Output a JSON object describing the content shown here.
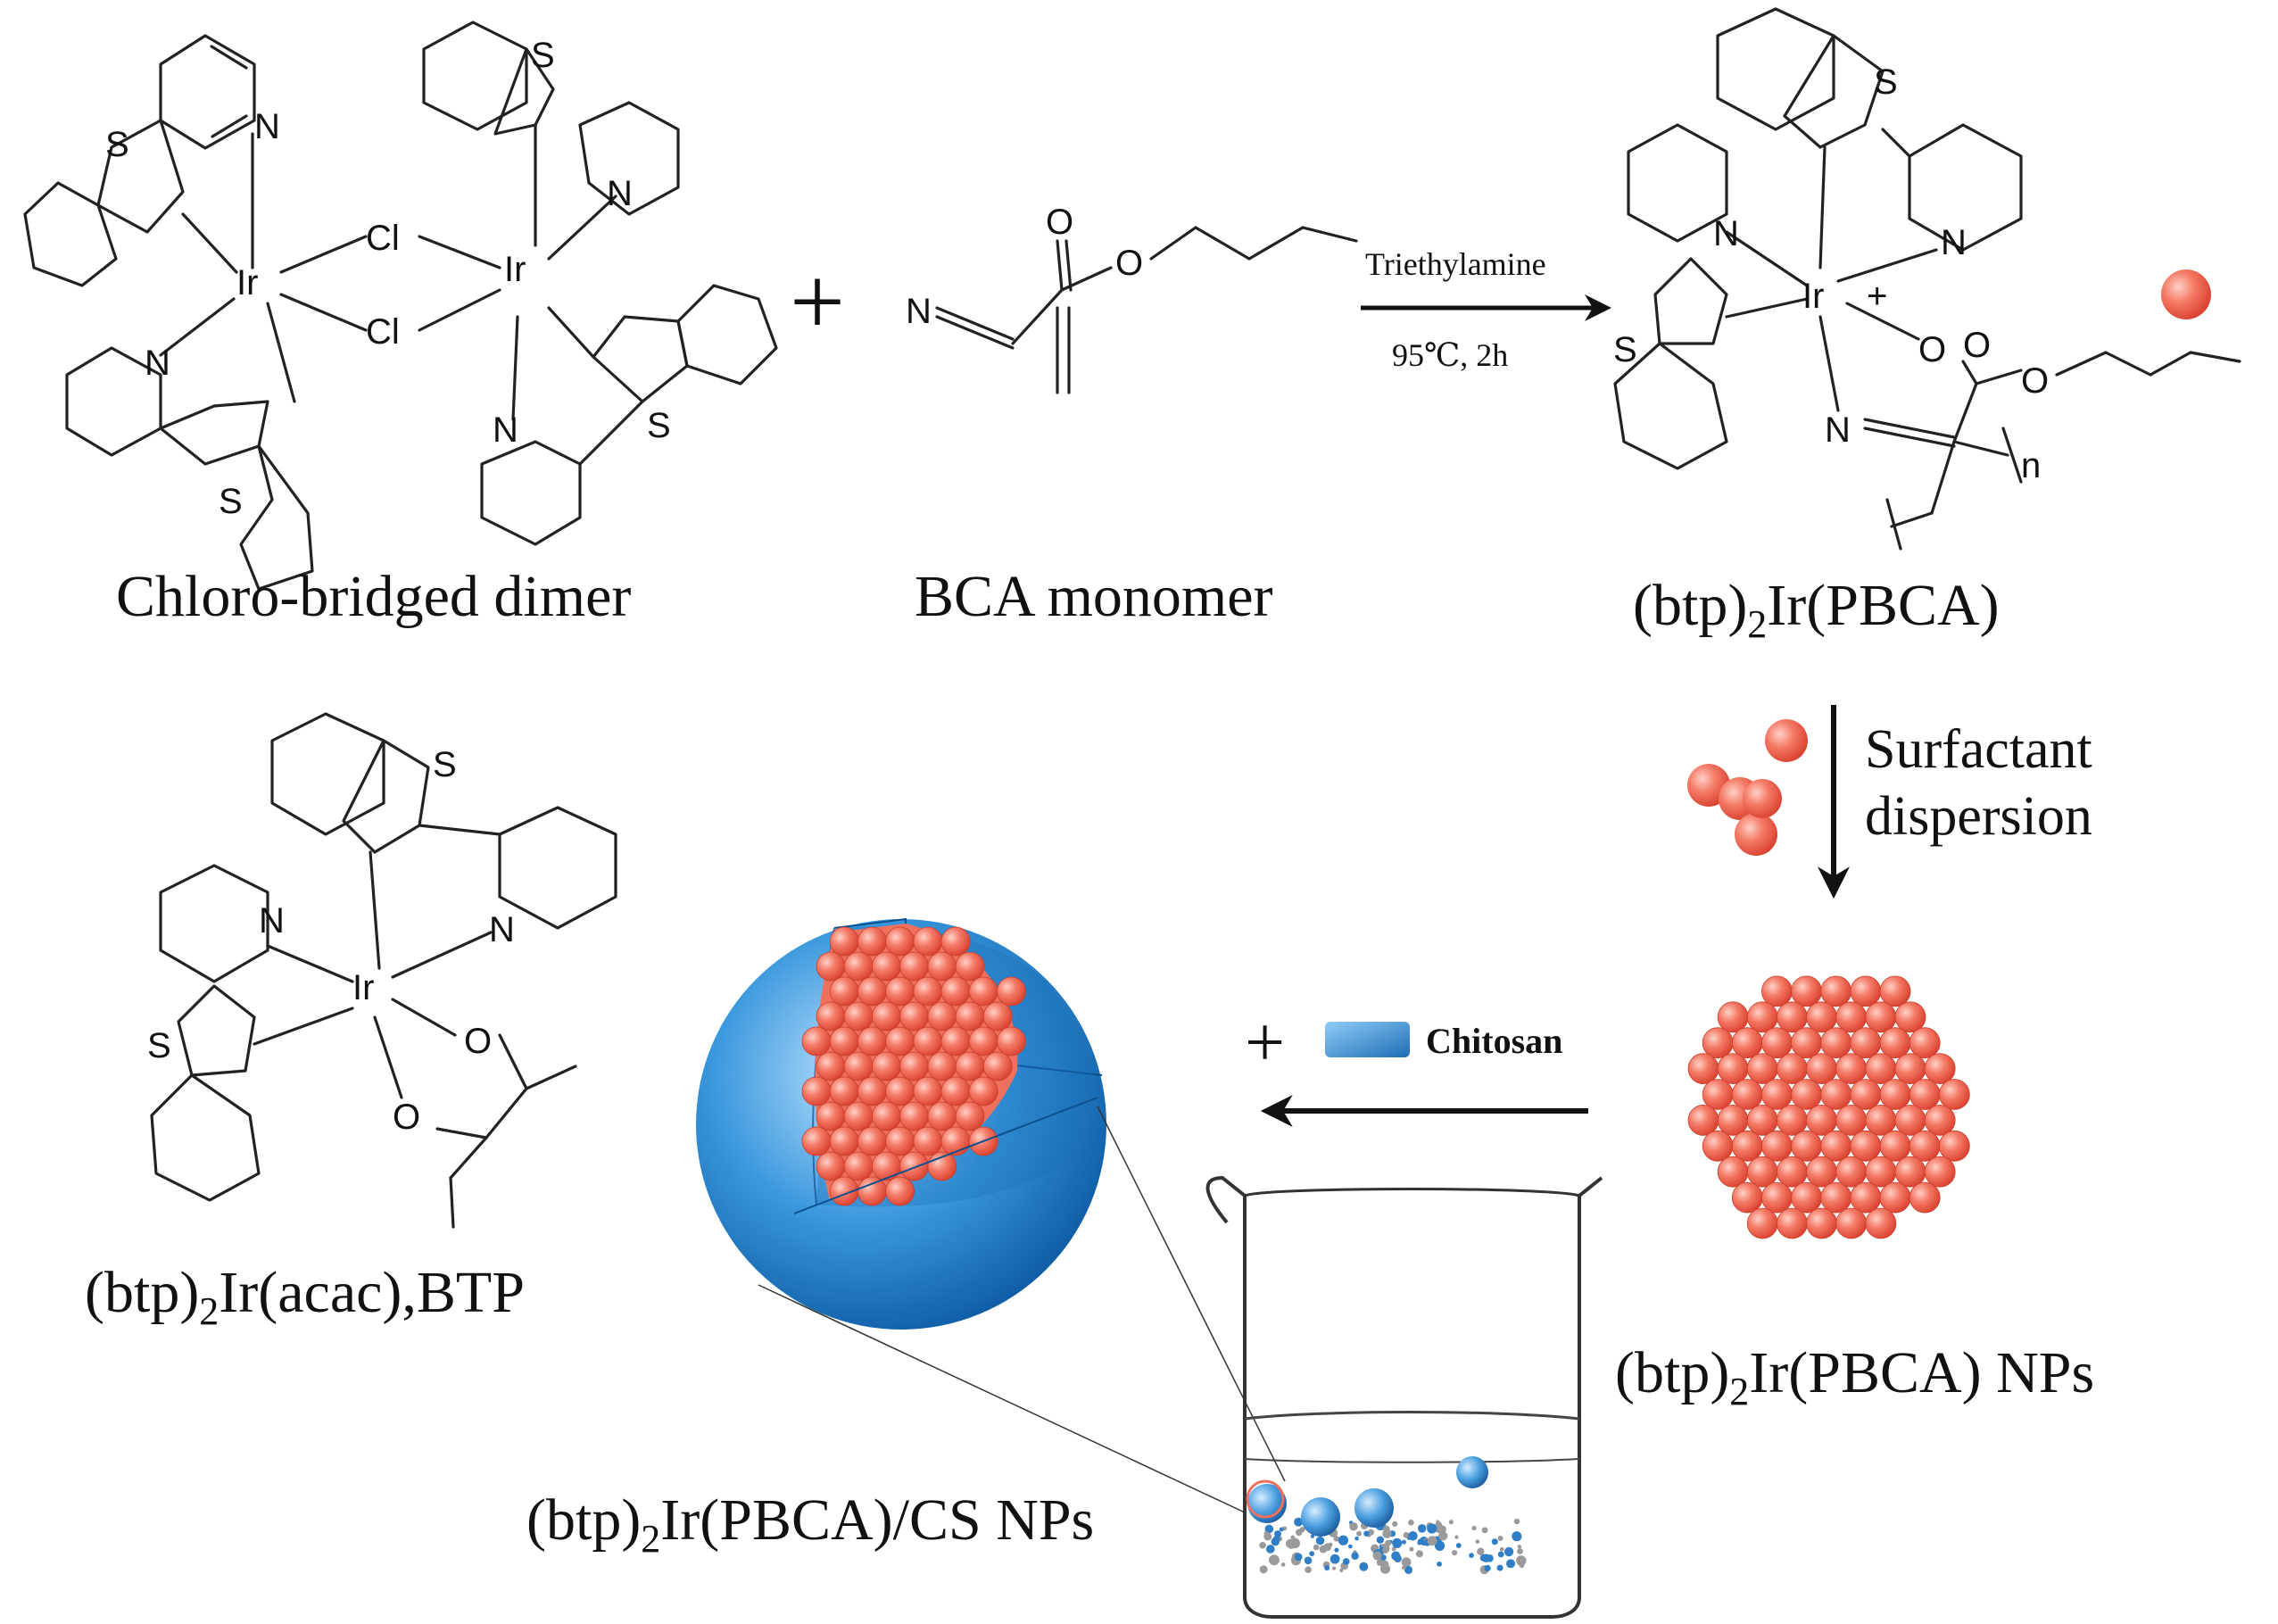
{
  "captions": {
    "dimer": "Chloro-bridged dimer",
    "monomer": "BCA monomer",
    "complex_pre": "(btp)",
    "complex_sub": "2",
    "complex_post": "Ir(PBCA)",
    "btp_pre": "(btp)",
    "btp_sub": "2",
    "btp_post": "Ir(acac),BTP",
    "nps_pre": "(btp)",
    "nps_sub": "2",
    "nps_post": "Ir(PBCA) NPs",
    "csnps_pre": "(btp)",
    "csnps_sub": "2",
    "csnps_post": "Ir(PBCA)/CS NPs"
  },
  "reaction": {
    "reagent": "Triethylamine",
    "conditions": "95℃, 2h"
  },
  "step2": {
    "line1": "Surfactant",
    "line2": "dispersion"
  },
  "step3": {
    "plus": "+",
    "reagent": "Chitosan"
  },
  "plus_sign": "+",
  "atoms": {
    "S": "S",
    "N": "N",
    "Ir": "Ir",
    "Cl": "Cl",
    "O": "O",
    "charge": "+",
    "repeat": "n"
  },
  "colors": {
    "nanoparticle": "#f0705e",
    "chitosan": "#2f8fd8",
    "line": "#222222"
  }
}
